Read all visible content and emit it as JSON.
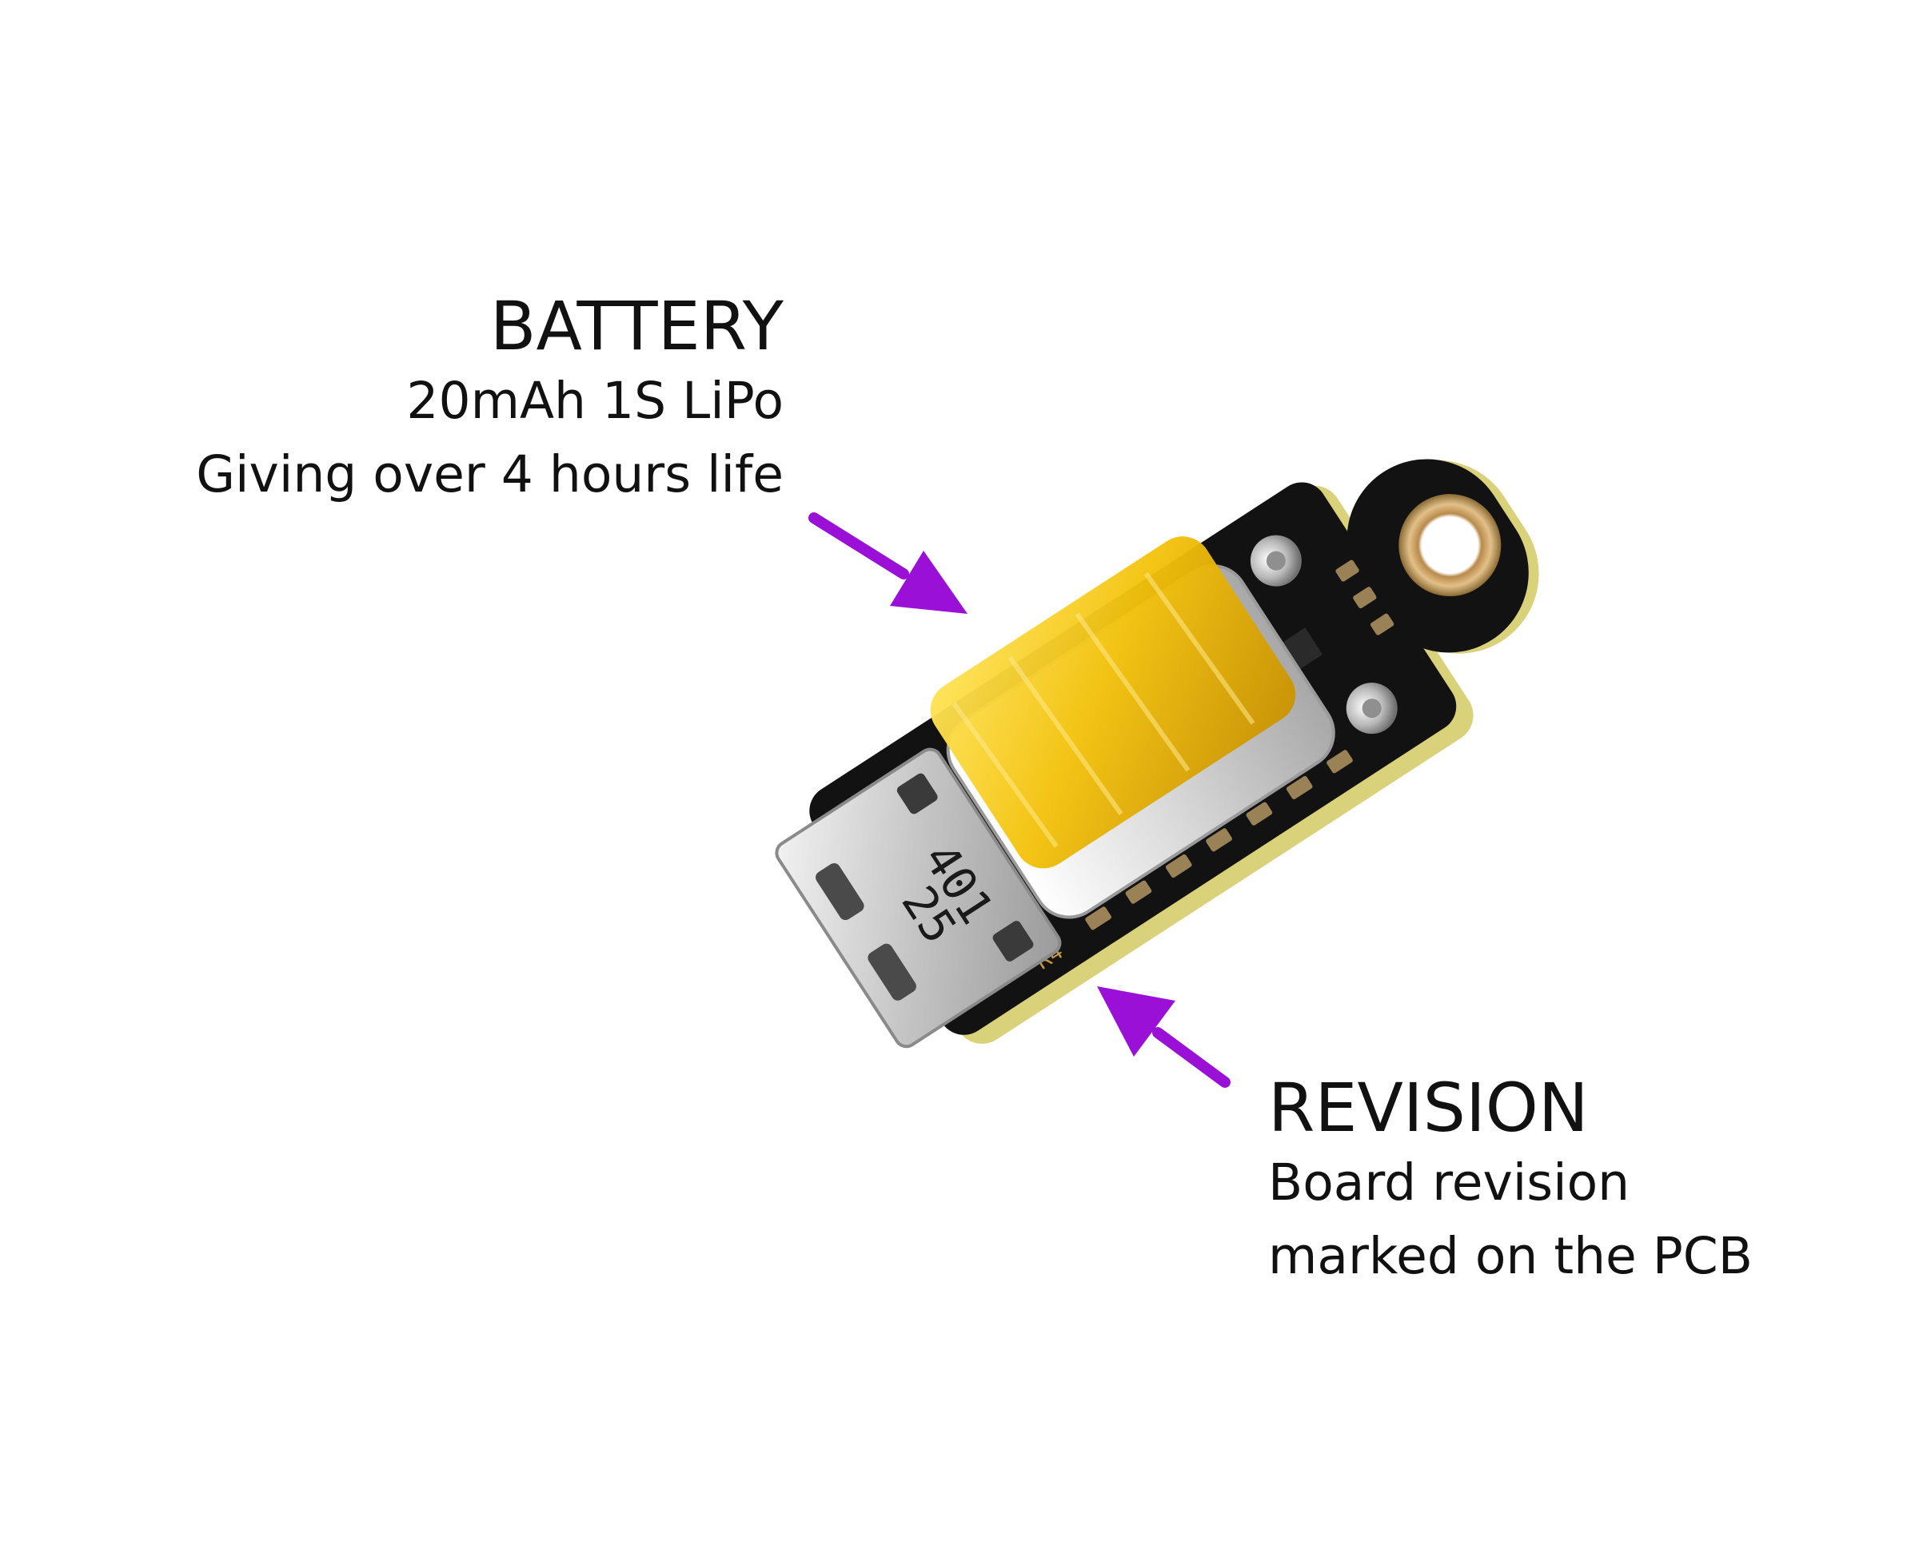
{
  "callouts": {
    "battery": {
      "title": "BATTERY",
      "lines": [
        "20mAh 1S LiPo",
        "Giving over 4 hours life"
      ]
    },
    "revision": {
      "title": "REVISION",
      "lines": [
        "Board revision",
        "marked on the PCB"
      ]
    }
  },
  "board": {
    "usb_marking_line1": "25",
    "usb_marking_line2": "401",
    "silkscreen_label": "R4"
  },
  "colors": {
    "arrow": "#9b10d6",
    "battery_tape": "#f3c20c",
    "pcb": "#121212",
    "pcb_edge": "#d9d27a",
    "usb_metal": "#c9c9c9",
    "silkscreen": "#c89a3a"
  }
}
